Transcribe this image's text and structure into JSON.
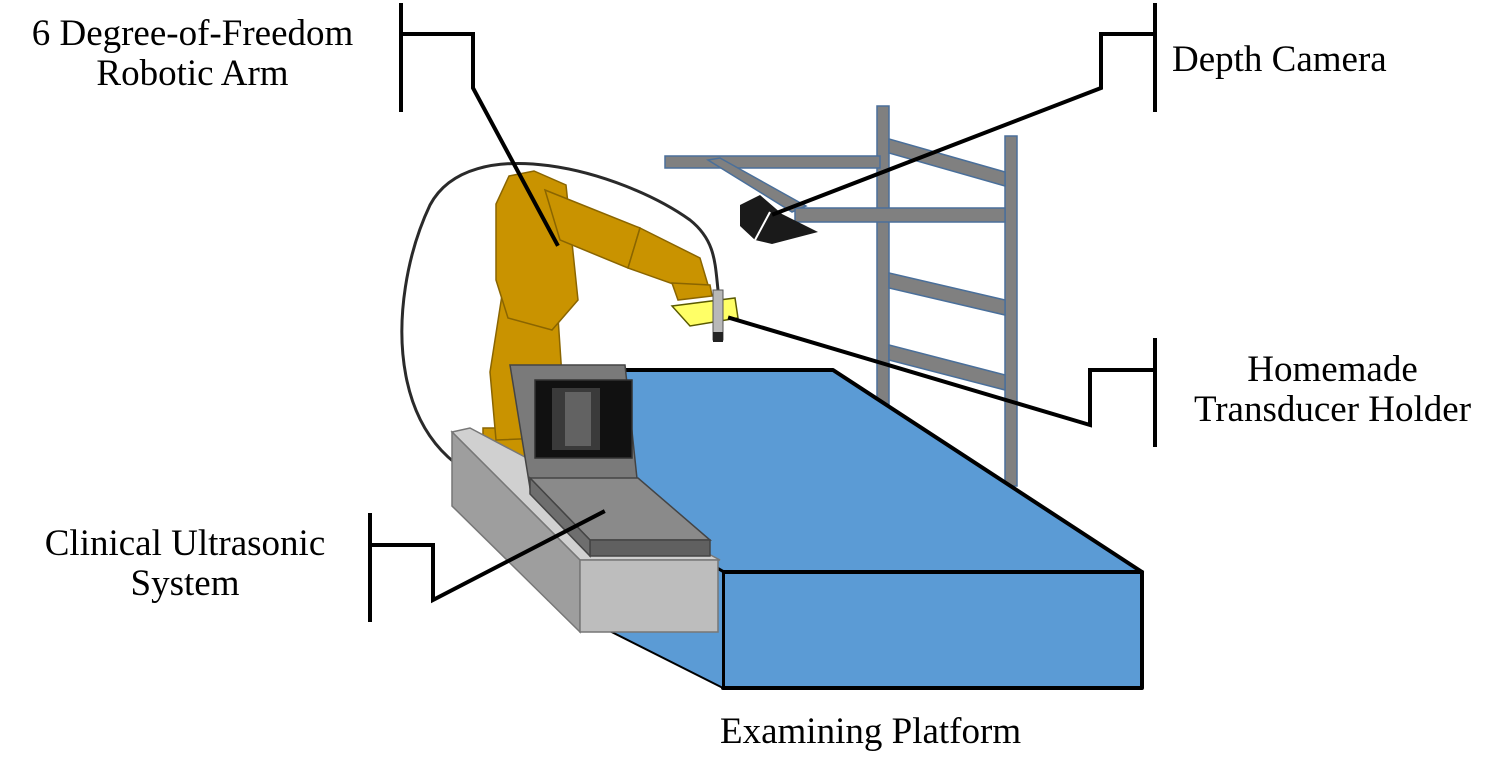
{
  "labels": {
    "robotic_arm": [
      "6 Degree-of-Freedom",
      "Robotic Arm"
    ],
    "depth_camera": "Depth Camera",
    "transducer_holder": [
      "Homemade",
      "Transducer Holder"
    ],
    "ultrasonic_system": [
      "Clinical Ultrasonic",
      "System"
    ],
    "examining_platform": "Examining Platform"
  },
  "colors": {
    "robot_arm": "#c99300",
    "frame": "#7f7f7f",
    "platform_top": "#5b9bd5",
    "console": "#7a7a7a",
    "base": "#bdbdbd",
    "transducer_holder": "#ffff66",
    "leader_lines": "#000000"
  }
}
